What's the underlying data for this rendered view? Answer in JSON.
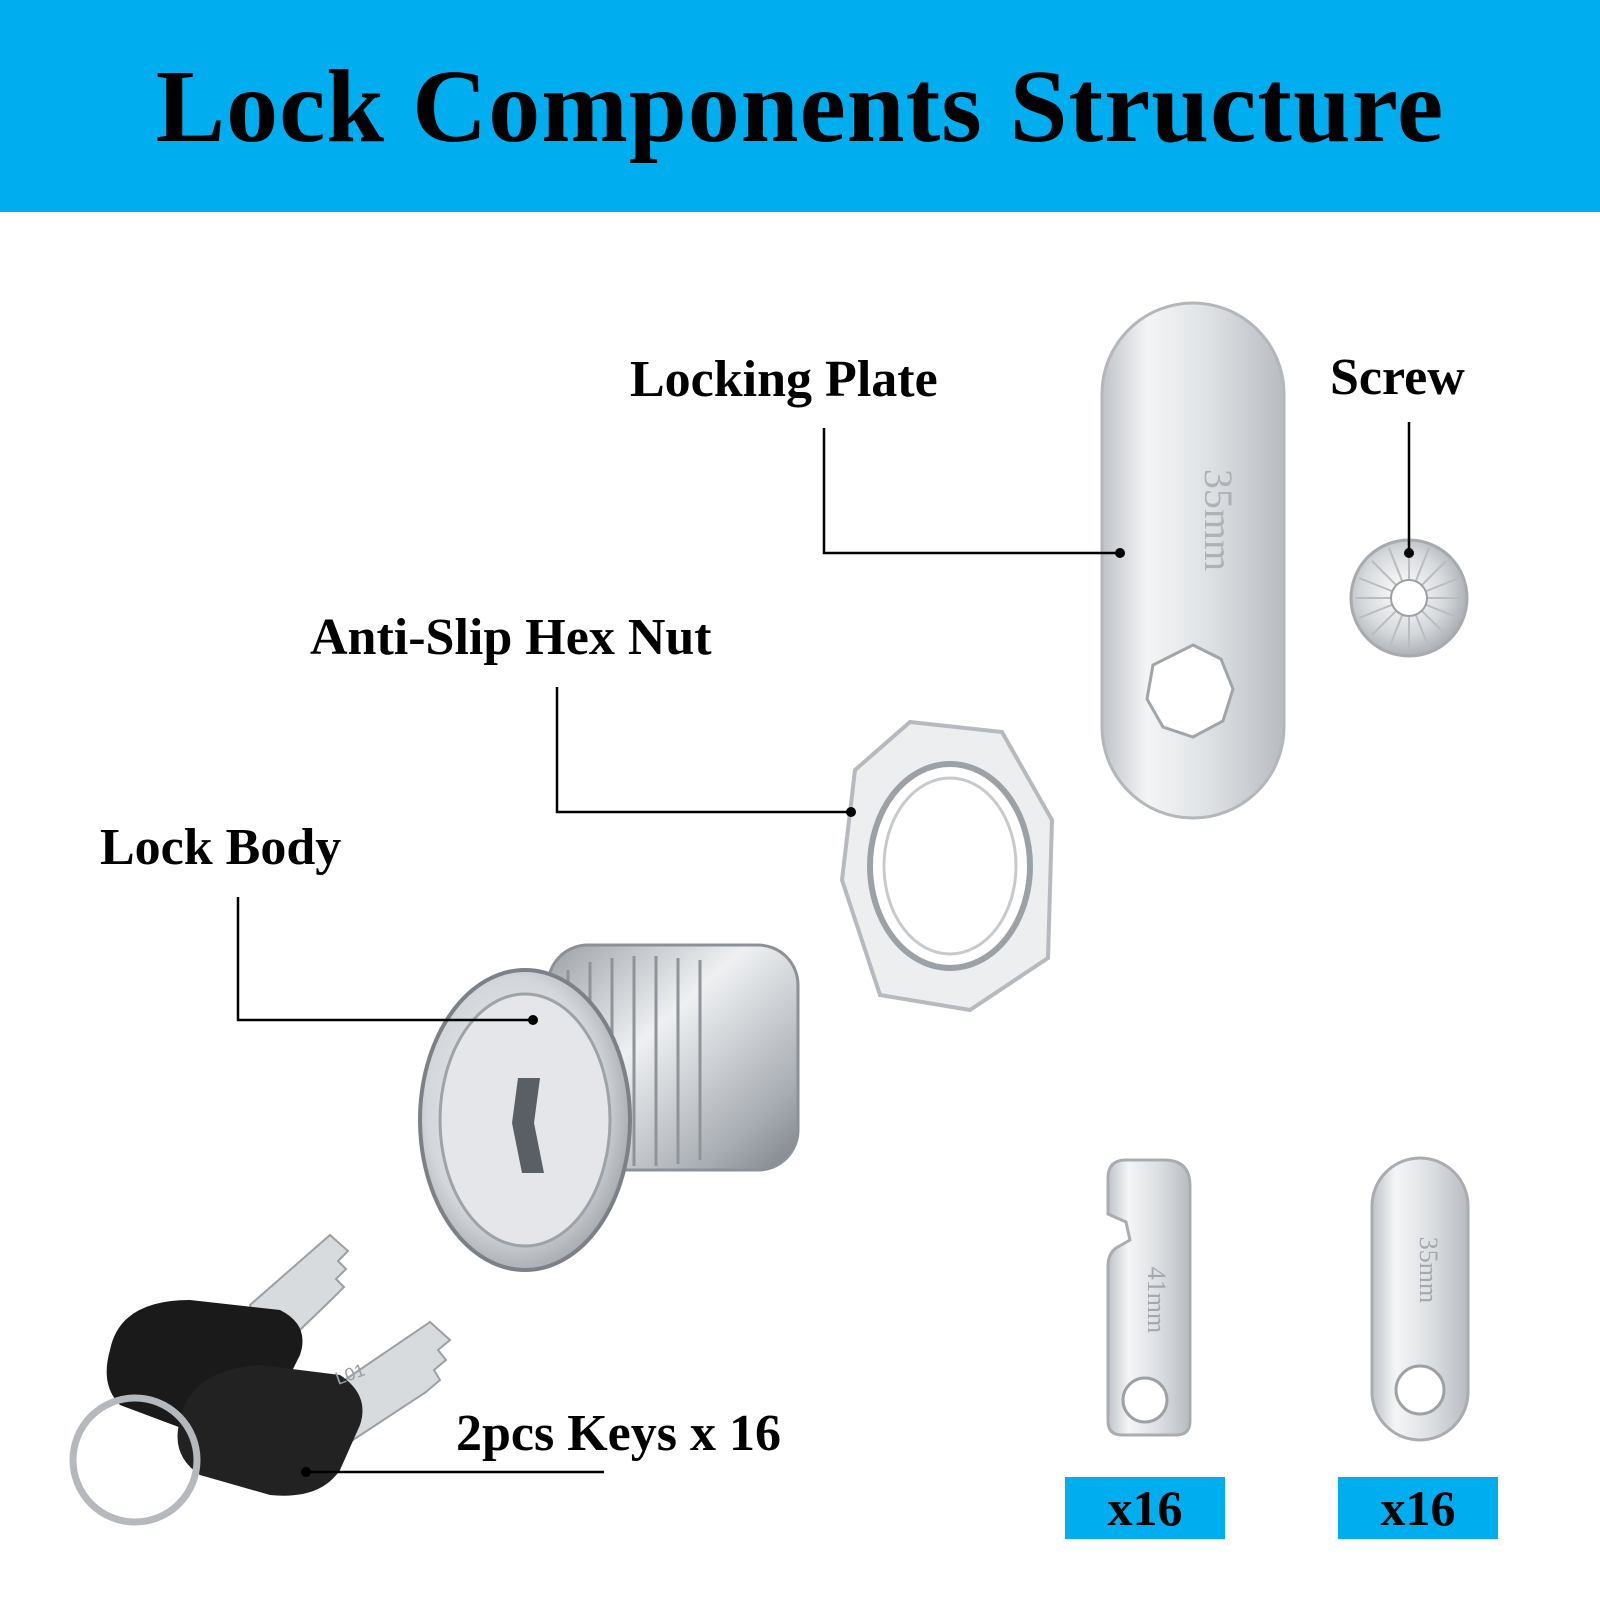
{
  "banner": {
    "title": "Lock Components Structure",
    "color": "#00aeef"
  },
  "labels": {
    "locking_plate": "Locking Plate",
    "screw": "Screw",
    "hex_nut": "Anti-Slip Hex Nut",
    "lock_body": "Lock Body",
    "keys": "2pcs Keys x 16"
  },
  "extra_plates": [
    {
      "quantity": "x16",
      "stamp": "41mm"
    },
    {
      "quantity": "x16",
      "stamp": "35mm"
    }
  ],
  "main_plate_stamp": "35mm",
  "key_stamp": "L01",
  "badge_color": "#00aeef",
  "metal_color": "#d9dce0",
  "key_head_color": "#1a1a1a"
}
